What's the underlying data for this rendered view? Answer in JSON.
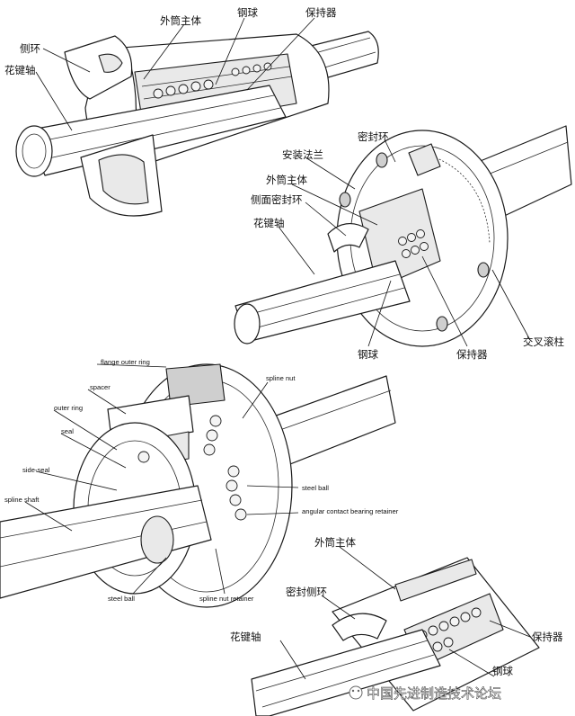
{
  "figure1": {
    "labels": {
      "outer_tube": "外筒主体",
      "steel_ball": "钢球",
      "retainer": "保持器",
      "side_ring": "侧环",
      "spline_shaft": "花键轴"
    }
  },
  "figure2": {
    "labels": {
      "seal_ring": "密封环",
      "mount_flange": "安装法兰",
      "outer_tube": "外筒主体",
      "side_seal_ring": "侧面密封环",
      "spline_shaft": "花键轴",
      "steel_ball": "钢球",
      "retainer": "保持器",
      "crossed_roller": "交叉滚柱"
    }
  },
  "figure3": {
    "labels": {
      "flange_outer_ring": "flange outer ring",
      "spline_nut": "spline nut",
      "spacer": "spacer",
      "outer_ring": "outer ring",
      "seal": "seal",
      "side_seal": "side-seal",
      "steel_ball_right": "steel ball",
      "spline_shaft": "spline shaft",
      "angular_retainer": "angular contact bearing retainer",
      "steel_ball_bottom": "steel ball",
      "spline_nut_retainer": "spline nut retainer"
    }
  },
  "figure4": {
    "labels": {
      "outer_tube": "外筒主体",
      "seal_side_ring": "密封侧环",
      "spline_shaft": "花键轴",
      "retainer": "保持器",
      "steel_ball": "钢球"
    }
  },
  "watermark": {
    "text": "中国先进制造技术论坛"
  }
}
